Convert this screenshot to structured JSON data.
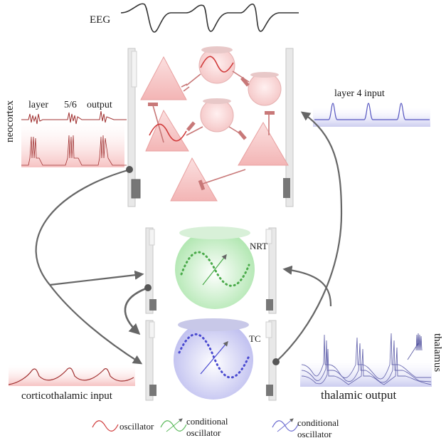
{
  "labels": {
    "eeg": "EEG",
    "neocortex": "neocortex",
    "layer": "layer",
    "layer_num": "5/6",
    "output": "output",
    "layer4": "layer 4 input",
    "nrt": "NRT",
    "tc": "TC",
    "thalamus": "thalamus",
    "corticothalamic": "corticothalamic input",
    "thalamic_output": "thalamic output"
  },
  "legend": {
    "oscillator": "oscillator",
    "conditional_green": [
      "conditional",
      "oscillator"
    ],
    "conditional_blue": [
      "conditional",
      "oscillator"
    ]
  },
  "colors": {
    "cortex": "#f4b8b8",
    "oscillator_red": "#d03a3a",
    "nrt_green": "#58b858",
    "tc_blue": "#5555d0",
    "arrow": "#666666",
    "trace_red": "#a03030",
    "trace_blue": "#6a6ab0"
  }
}
